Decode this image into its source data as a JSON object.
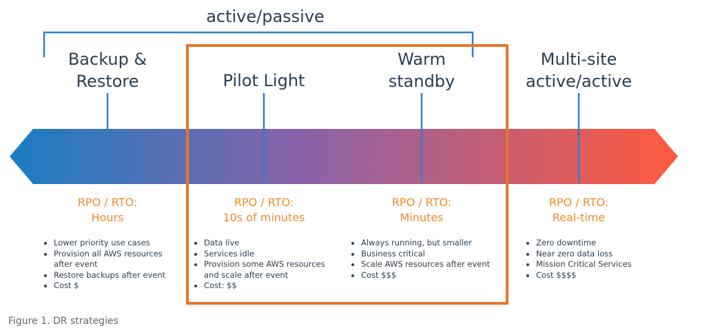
{
  "bracket_label": "active/passive",
  "colors": {
    "arrow_left": "#1a7dc2",
    "arrow_mid": "#8c62a8",
    "arrow_right": "#ff5a3d",
    "highlight_box": "#e8762b",
    "bracket": "#2e7fc4",
    "rpo_text": "#f08c2a",
    "text": "#2d3e50"
  },
  "strategies": [
    {
      "title_lines": [
        "Backup &",
        "Restore"
      ],
      "rpo_label": "RPO / RTO:",
      "rpo_value": "Hours",
      "bullets": [
        "Lower priority use cases",
        "Provision all AWS resources",
        "after event",
        "Restore backups after event",
        "Cost $"
      ]
    },
    {
      "title_lines": [
        "Pilot Light"
      ],
      "rpo_label": "RPO / RTO:",
      "rpo_value": "10s of minutes",
      "bullets": [
        "Data live",
        "Services idle",
        "Provision some AWS resources",
        "and scale after event",
        "Cost: $$"
      ]
    },
    {
      "title_lines": [
        "Warm",
        "standby"
      ],
      "rpo_label": "RPO / RTO:",
      "rpo_value": "Minutes",
      "bullets": [
        "Always running, but smaller",
        "Business critical",
        "Scale AWS resources after event",
        "Cost $$$"
      ]
    },
    {
      "title_lines": [
        "Multi-site",
        "active/active"
      ],
      "rpo_label": "RPO / RTO:",
      "rpo_value": "Real-time",
      "bullets": [
        "Zero downtime",
        "Near zero data loss",
        "Mission Critical Services",
        "Cost $$$$"
      ]
    }
  ],
  "caption": "Figure 1. DR strategies"
}
